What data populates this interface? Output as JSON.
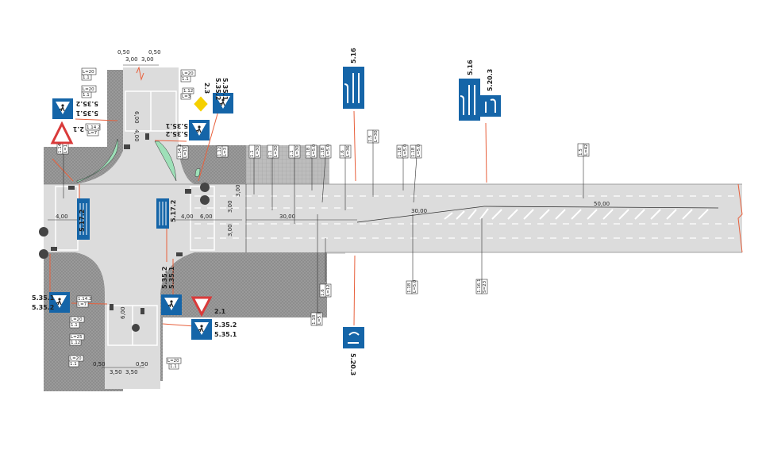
{
  "dimensions": {
    "top_offset_left": "0,50",
    "top_offset_right": "0,50",
    "top_lane_left": "3,00",
    "top_lane_right": "3,00",
    "top_crossing_depth": "6,00",
    "top_stop_gap": "4,00",
    "left_gap": "4,00",
    "right_gap": "4,00",
    "right_crossing": "6,00",
    "lane_width_1": "3,00",
    "lane_width_2": "3,00",
    "lane_width_3": "3,00",
    "pocket_length": "30,00",
    "taper_length": "30,00",
    "main_length": "50,00",
    "bottom_crossing_depth": "6,00",
    "bottom_offset_left": "0,50",
    "bottom_offset_right": "0,50",
    "bottom_lane_left": "3,50",
    "bottom_lane_right": "3,50"
  },
  "signs": {
    "top_left_crossing": {
      "code_a": "5.35.1",
      "code_b": "5.35.2"
    },
    "top_left_yield": {
      "code": "2.1"
    },
    "top_priority": {
      "code": "2.3"
    },
    "top_right_crossing": {
      "code_a": "5.35.2",
      "code_b": "5.35.1"
    },
    "top_center_crossing": {
      "code_a": "5.35.2",
      "code_b": "5.35.1"
    },
    "lane_dir_left": {
      "code": "5.17.2"
    },
    "lane_dir_right": {
      "code": "5.17.2"
    },
    "lanes_sign_1": {
      "code": "5.16"
    },
    "lanes_sign_2": {
      "code": "5.16"
    },
    "uturn_sign_top": {
      "code": "5.20.3"
    },
    "uturn_sign_bottom": {
      "code": "5.20.3"
    },
    "bottom_center_crossing": {
      "code_a": "5.35.2",
      "code_b": "5.35.1"
    },
    "bottom_yield": {
      "code": "2.1"
    },
    "bottom_crossing": {
      "code_a": "5.35.2",
      "code_b": "5.35.1"
    },
    "bottom_left_crossing": {
      "code_a": "5.35.1",
      "code_b": "5.35.2"
    }
  },
  "markings": [
    {
      "type": "L=20",
      "code": "1.1"
    },
    {
      "type": "L=20",
      "code": "1.1"
    },
    {
      "type": "L=20",
      "code": "1.1"
    },
    {
      "type": "1.12",
      "code": "L=3"
    },
    {
      "type": "1.14.2",
      "code": "L=7"
    },
    {
      "type": "1.14.2",
      "code": "L=15"
    },
    {
      "type": "1.14.2",
      "code": "L=15"
    },
    {
      "type": "1.12",
      "code": "L=3"
    },
    {
      "type": "1.1",
      "code": "L=30"
    },
    {
      "type": "1.1",
      "code": "L=30"
    },
    {
      "type": "1.1",
      "code": "L=30"
    },
    {
      "type": "1.18",
      "code": "L=5.0"
    },
    {
      "type": "1.18",
      "code": "L=5.0"
    },
    {
      "type": "1.6",
      "code": "L=36"
    },
    {
      "type": "1.5",
      "code": "L=30"
    },
    {
      "type": "1.18",
      "code": "L=5.0"
    },
    {
      "type": "1.18",
      "code": "L=5.0"
    },
    {
      "type": "1.5",
      "code": "L=42"
    },
    {
      "type": "1.6",
      "code": "L=12"
    },
    {
      "type": "1.18",
      "code": "L=5.0"
    },
    {
      "type": "1.18",
      "code": "L=5.0"
    },
    {
      "type": "1.16.1",
      "code": "S=23"
    },
    {
      "type": "1.14.2",
      "code": "L=7"
    },
    {
      "type": "L=20",
      "code": "1.1"
    },
    {
      "type": "L=25",
      "code": "1.12"
    },
    {
      "type": "L=20",
      "code": "1.1"
    },
    {
      "type": "L=20",
      "code": "1.1"
    }
  ],
  "colors": {
    "sign_blue": "#1565a8",
    "road": "#dcdcdc",
    "island": "#9ee0b8",
    "leader": "#e8603c"
  }
}
